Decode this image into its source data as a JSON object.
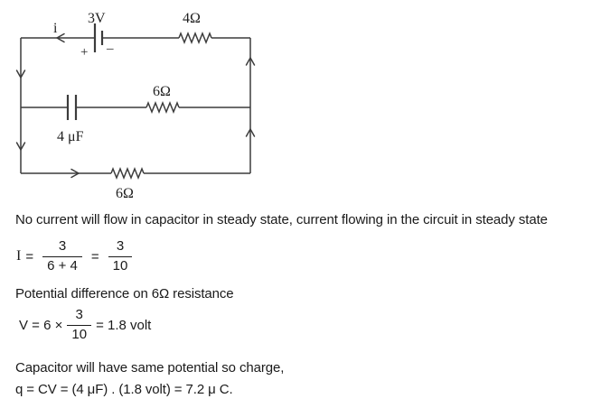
{
  "circuit": {
    "line_color": "#3c3c3c",
    "labels": {
      "current": "i",
      "battery": "3V",
      "plus": "+",
      "minus": "–",
      "resistor_top": "4Ω",
      "resistor_middle": "6Ω",
      "capacitor": "4 μF",
      "resistor_bottom": "6Ω"
    }
  },
  "solution": {
    "line1": "No current will flow in capacitor in steady state, current flowing in the circuit in steady state",
    "eq_current": {
      "lhs": "I",
      "equals1": "=",
      "frac1_num": "3",
      "frac1_den": "6 + 4",
      "equals2": "=",
      "frac2_num": "3",
      "frac2_den": "10"
    },
    "line2": "Potential difference on 6Ω resistance",
    "eq_voltage": {
      "prefix": "V = 6 ×",
      "frac_num": "3",
      "frac_den": "10",
      "suffix": "= 1.8 volt"
    },
    "line3": "Capacitor will have same potential so charge,",
    "line4": "q = CV = (4 μF) . (1.8 volt) = 7.2 μ C."
  }
}
